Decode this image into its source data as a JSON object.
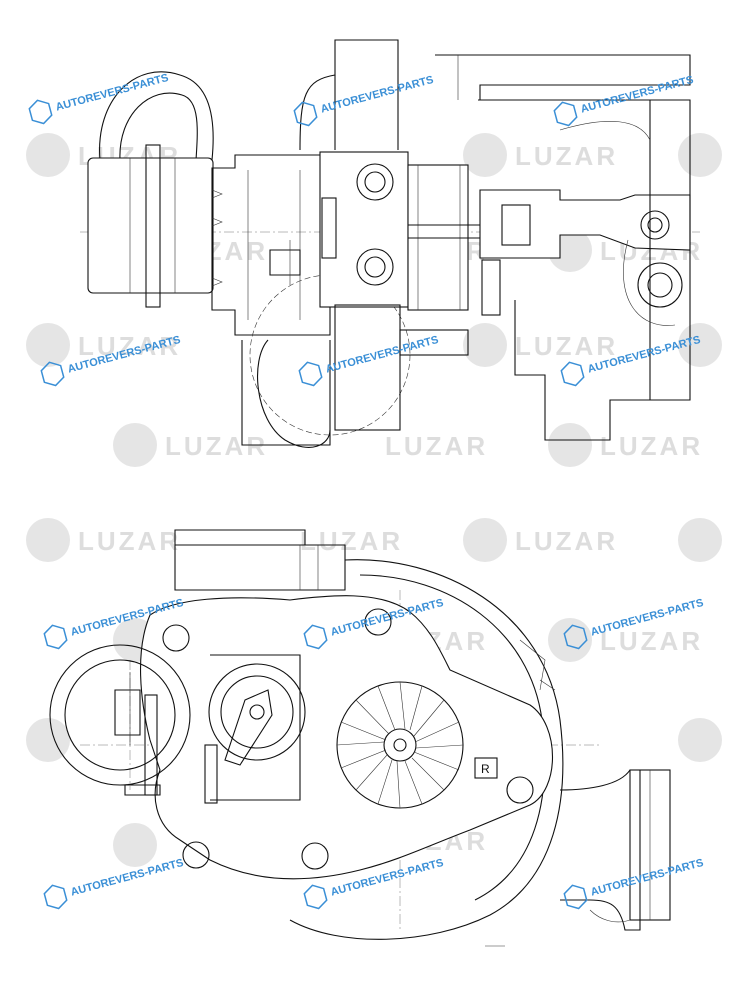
{
  "drawing": {
    "views": [
      "top-view",
      "front-view"
    ],
    "label_r": "R"
  },
  "watermarks": {
    "brand": "LUZAR",
    "seller": "AUTOREVERS-PARTS",
    "seller_icon": "autorevers-logo-icon",
    "brand_icon": "luzar-lion-icon",
    "seller_color": "#3a8fd6"
  }
}
